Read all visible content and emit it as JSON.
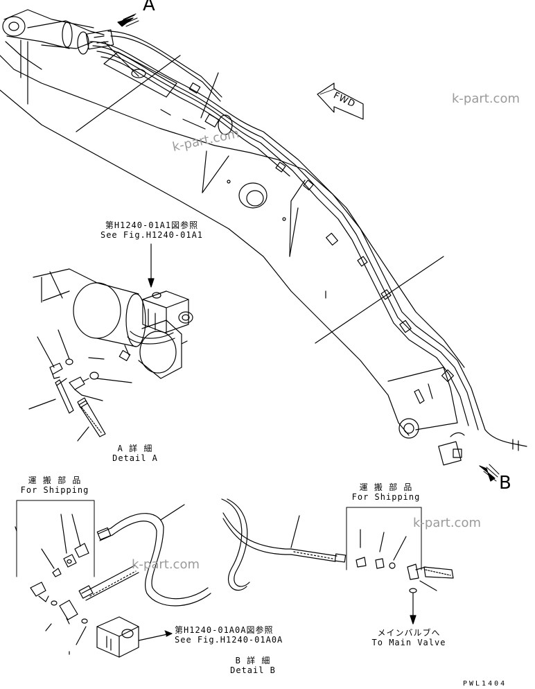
{
  "watermarks": [
    "k-part.com",
    "k-part.com",
    "k-part.com",
    "k-part.com"
  ],
  "views": {
    "a_letter": "A",
    "b_letter": "B",
    "fwd": "FWD"
  },
  "refs": {
    "a_jp": "第H1240-01A1図参照",
    "a_en": "See Fig.H1240-01A1",
    "b_jp": "第H1240-01A0A図参照",
    "b_en": "See Fig.H1240-01A0A"
  },
  "details": {
    "a_jp": "A 詳 細",
    "a_en": "Detail A",
    "b_jp": "B 詳 細",
    "b_en": "Detail B"
  },
  "shipping": {
    "left_jp": "運 搬 部 品",
    "left_en": "For Shipping",
    "right_jp": "運 搬 部 品",
    "right_en": "For Shipping"
  },
  "main_valve": {
    "jp": "メインバルブへ",
    "en": "To Main Valve"
  },
  "drawing_code": "PWL1404"
}
